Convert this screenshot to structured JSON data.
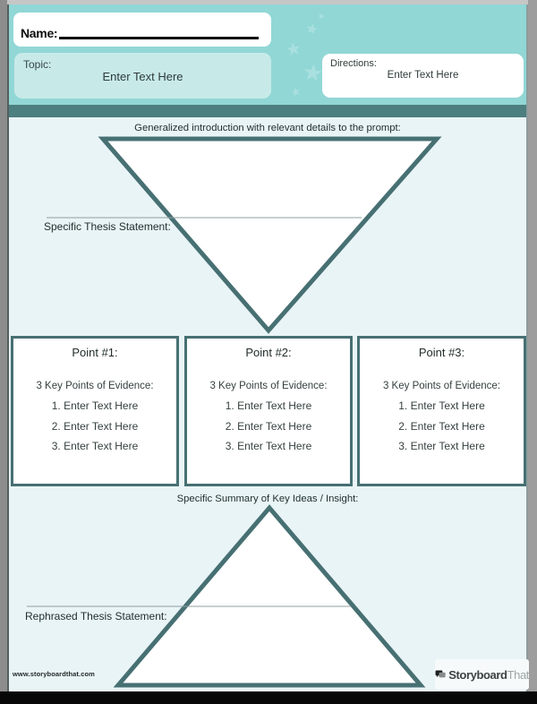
{
  "colors": {
    "header_bg": "#91d7d6",
    "topic_box_bg": "#c7eae8",
    "star": "#a9e0df",
    "band": "#4d7e80",
    "body_bg": "#e9f4f7",
    "shape_border": "#477073",
    "shape_fill": "#ffffff",
    "rule_line": "#8fa0a0",
    "text_dark": "#21302f",
    "text_mid": "#3a4747",
    "black_bar": "#070707",
    "frame_gray": "#8d8d8d",
    "frame_gray_right": "#9d9d9d",
    "frame_top": "#c6c6c6",
    "frame_inner": "#52605f",
    "logo_patch": "#f6fafa",
    "logo_primary_color": "#3d4242",
    "logo_secondary_color": "#9fa6a6"
  },
  "header": {
    "name_label": "Name:",
    "topic_label": "Topic:",
    "topic_value": "Enter Text Here",
    "directions_label": "Directions:",
    "directions_value": "Enter Text Here"
  },
  "outline": {
    "intro_heading": "Generalized introduction with relevant details to the prompt:",
    "thesis_label": "Specific Thesis Statement:",
    "summary_heading": "Specific Summary of Key Ideas / Insight:",
    "rephrased_label": "Rephrased Thesis Statement:",
    "points": [
      {
        "title": "Point #1:",
        "evidence_label": "3 Key Points of Evidence:",
        "items": [
          "1. Enter Text Here",
          "2. Enter Text Here",
          "3. Enter Text Here"
        ]
      },
      {
        "title": "Point #2:",
        "evidence_label": "3 Key Points of Evidence:",
        "items": [
          "1. Enter Text Here",
          "2. Enter Text Here",
          "3. Enter Text Here"
        ]
      },
      {
        "title": "Point #3:",
        "evidence_label": "3 Key Points of Evidence:",
        "items": [
          "1. Enter Text Here",
          "2. Enter Text Here",
          "3. Enter Text Here"
        ]
      }
    ]
  },
  "footer": {
    "website": "www.storyboardthat.com",
    "logo_primary": "Storyboard",
    "logo_secondary": "That"
  }
}
